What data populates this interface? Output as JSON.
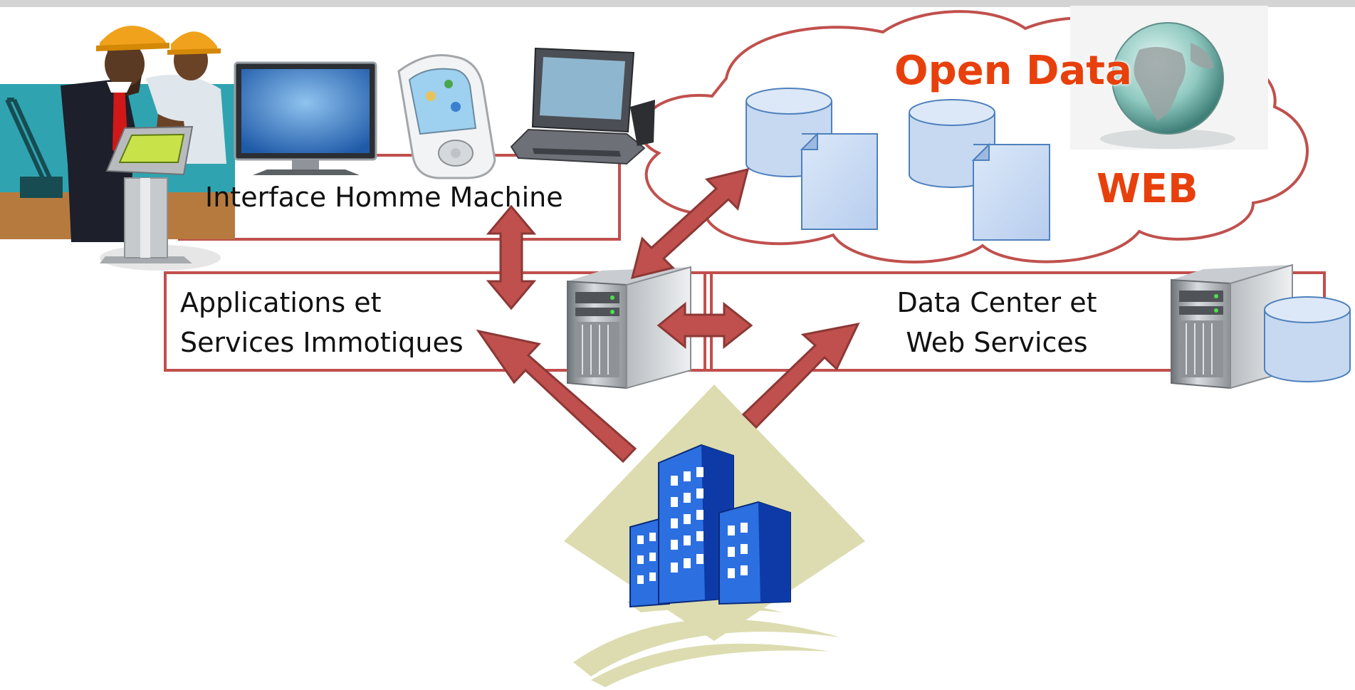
{
  "diagram": {
    "hmi_label": "Interface Homme Machine",
    "apps_label_line1": "Applications et",
    "apps_label_line2": "Services Immotiques",
    "datacenter_label_line1": "Data Center et",
    "datacenter_label_line2": "Web Services",
    "open_data_label": "Open Data",
    "web_label": "WEB"
  },
  "colors": {
    "box_border": "#c0504d",
    "arrow_fill": "#c0504d",
    "arrow_stroke": "#8c3836",
    "cloud_border": "#c0504d",
    "highlight_text": "#e8400c",
    "database_fill": "#c6d9f1",
    "database_stroke": "#4f81bd",
    "building_fill": "#2c6fe0",
    "building_window": "#ffffff",
    "diamond_fill": "#dcdcb0"
  },
  "icons": [
    "workers-icon",
    "kiosk-terminal-icon",
    "monitor-icon",
    "pda-phone-icon",
    "laptop-icon",
    "server-icon",
    "database-icon",
    "document-icon",
    "globe-icon",
    "building-icon"
  ]
}
